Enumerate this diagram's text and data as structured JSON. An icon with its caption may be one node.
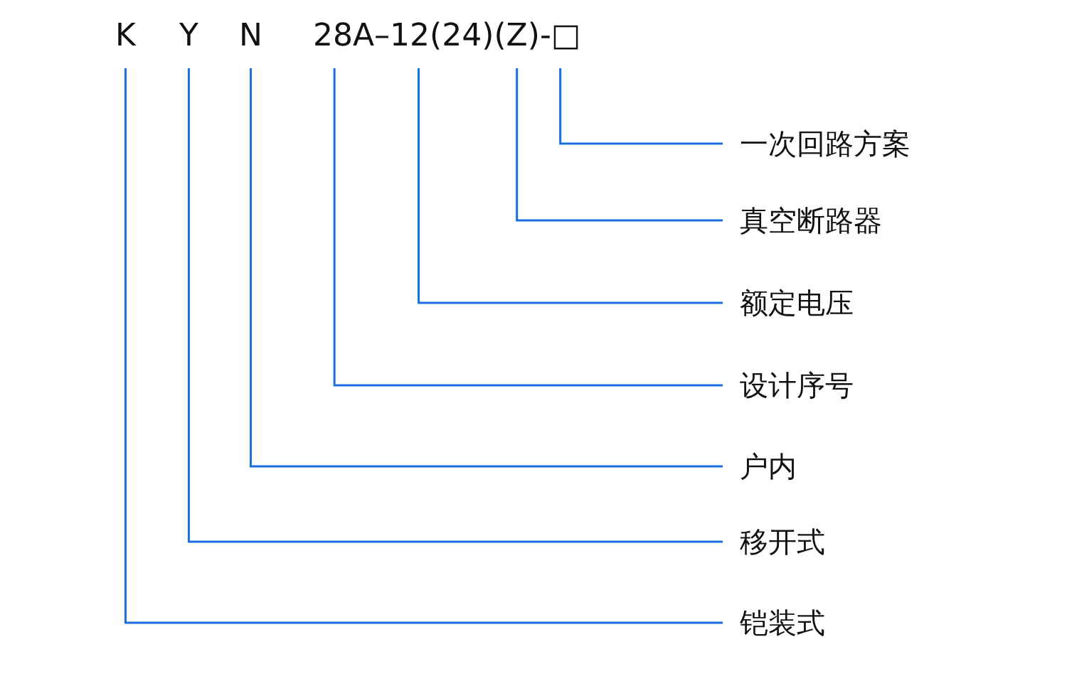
{
  "diagram": {
    "nodes": [
      {
        "text": [
          "K"
        ]
      },
      {
        "text": [
          "Y"
        ]
      },
      {
        "text": [
          "N"
        ]
      },
      {
        "text": [
          "28A"
        ]
      },
      {
        "text": [
          "–12"
        ]
      },
      {
        "text": [
          "(Z)"
        ]
      },
      {
        "text": [
          "-□"
        ]
      },
      {
        "text": [
          "一次回路方案"
        ]
      },
      {
        "text": [
          "真空断路器"
        ]
      },
      {
        "text": [
          "额定电压"
        ]
      },
      {
        "text": [
          "设计序号"
        ]
      },
      {
        "text": [
          "户内"
        ]
      },
      {
        "text": [
          "移开式"
        ]
      },
      {
        "text": [
          "铠装式"
        ]
      }
    ],
    "edges": [
      {
        "from": 6,
        "to": 7,
        "arrow": "none"
      },
      {
        "from": 5,
        "to": 8,
        "arrow": "none"
      },
      {
        "from": 4,
        "to": 9,
        "arrow": "none"
      },
      {
        "from": 3,
        "to": 10,
        "arrow": "none"
      },
      {
        "from": 2,
        "to": 11,
        "arrow": "none"
      },
      {
        "from": 1,
        "to": 12,
        "arrow": "none"
      },
      {
        "from": 0,
        "to": 13,
        "arrow": "none"
      }
    ],
    "labels": [
      "(24)"
    ]
  }
}
